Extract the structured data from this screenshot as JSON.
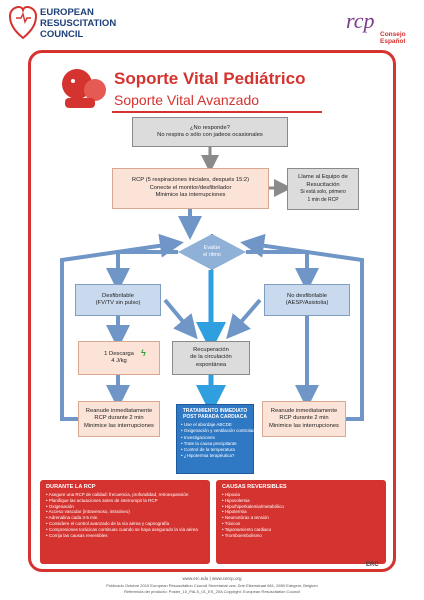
{
  "header": {
    "org_lines": [
      "EUROPEAN",
      "RESUSCITATION",
      "COUNCIL"
    ],
    "partner_logo_text": "rcp",
    "partner_name_lines": [
      "Consejo",
      "Español"
    ]
  },
  "title": "Soporte Vital Pediátrico",
  "subtitle": "Soporte Vital Avanzado",
  "nodes": {
    "recognition": [
      "¿No responde?",
      "No respira o sólo con jadeos ocasionales"
    ],
    "cpr": [
      "RCP (5 respiraciones iniciales, después 15:2)",
      "Conecte el monitor/desfibrilador",
      "Minimice las interrupciones"
    ],
    "call": [
      "Llame al Equipo de",
      "Resucitación",
      "Si está solo, primero",
      "1 min de RCP"
    ],
    "evaluate": [
      "Evalúe",
      "el ritmo"
    ],
    "shockable": [
      "Desfibrilable",
      "(FV/TV sin pulso)"
    ],
    "nonshockable": [
      "No desfibrilable",
      "(AESP/Asistolia)"
    ],
    "one_shock": [
      "1 Descarga",
      "4 J/kg"
    ],
    "rosc": [
      "Recuperación",
      "de la circulación",
      "espontánea"
    ],
    "resume_left": [
      "Reanude inmediatamente",
      "RCP durante 2 min",
      "Minimice las interrupciones"
    ],
    "resume_right": [
      "Reanude inmediatamente",
      "RCP durante 2 min",
      "Minimice las interrupciones"
    ]
  },
  "post_arrest": {
    "heading": "TRATAMIENTO INMEDIATO POST PARADA CARDIACA",
    "items": [
      "Use el abordaje ABCDE",
      "Oxigenación y ventilación controladas",
      "Investigaciones",
      "Trate la causa precipitante",
      "Control de la temperatura",
      "¿Hipotermia terapéutica?"
    ]
  },
  "during_cpr": {
    "heading": "DURANTE LA RCP",
    "items": [
      "Asegure una RCP de calidad: frecuencia, profundidad, retroexpansión",
      "Planifique las actuaciones antes de interrumpir la RCP",
      "Oxigenación",
      "Acceso vascular (intravenoso, intraóseo)",
      "Adrenalina cada 3-5 min",
      "Considere el control avanzado de la vía aérea y capnografía",
      "Compresiones torácicas continuas cuando se haya asegurado la vía aérea",
      "Corrija las causas reversibles"
    ]
  },
  "reversible_causes": {
    "heading": "CAUSAS REVERSIBLES",
    "items": [
      "Hipoxia",
      "Hipovolemia",
      "Hipo/hiperkalemia/metabólico",
      "Hipotermia",
      "Neumotórax a tensión",
      "Tóxicos",
      "Taponamiento cardiaco",
      "Tromboembolismo"
    ]
  },
  "footer": {
    "url": "www.erc.edu | www.cercp.org",
    "line1": "Publicado Octubre 2010 European Resuscitation Council Secretariat vzw, Drie Eikenstraat 661, 2650 Edegem, Belgium",
    "line2": "Referencia del producto: Poster_10_PALS_01_ES_20A Copyright: European Resuscitation Council",
    "erc_mark": "ERC"
  },
  "colors": {
    "brand_red": "#d5332f",
    "rosc_blue": "#2f78c4",
    "arrow_blue": "#6f96c7",
    "navy": "#1d3f78"
  }
}
